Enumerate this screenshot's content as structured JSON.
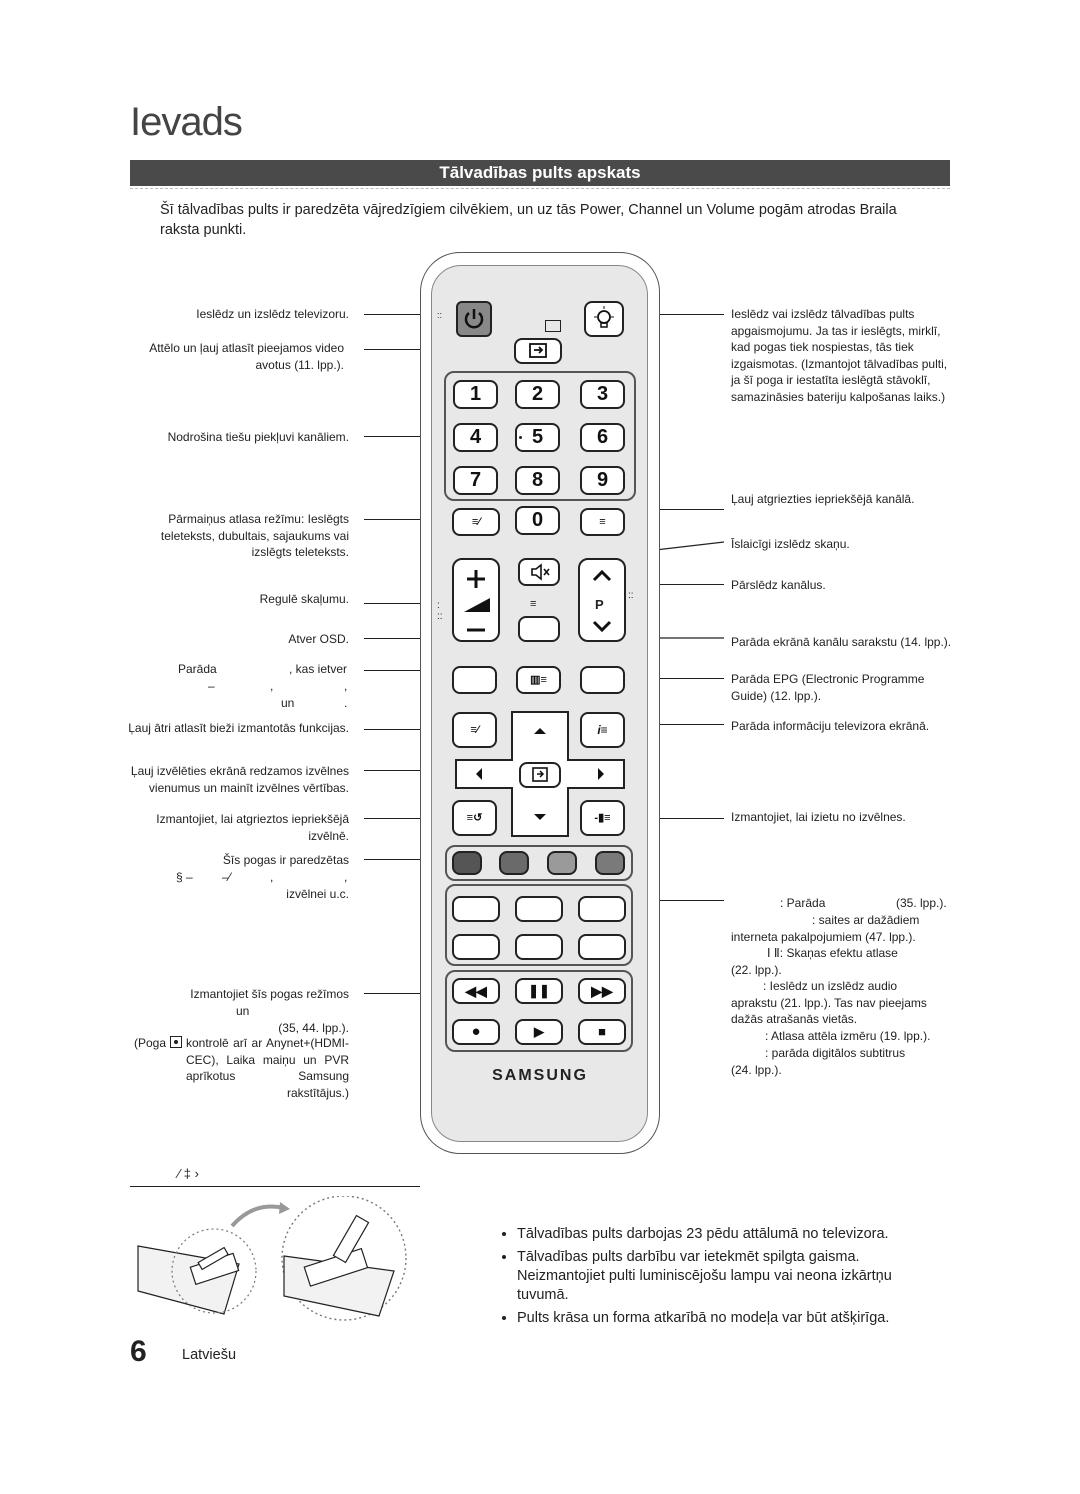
{
  "chapter_title": "Ievads",
  "section_title": "Tālvadības pults apskats",
  "intro_text": "Šī tālvadības pults ir paredzēta vājredzīgiem cilvēkiem, un uz tās Power, Channel un Volume pogām atrodas Braila raksta punkti.",
  "left_labels": {
    "power": "Ieslēdz un izslēdz televizoru.",
    "source": "Attēlo un ļauj atlasīt pieejamos video avotus (11. lpp.).",
    "numbers": "Nodrošina tiešu piekļuvi kanāliem.",
    "ttx": "Pārmaiņus atlasa režīmu: Ieslēgts teleteksts, dubultais, sajaukums vai izslēgts teleteksts.",
    "volume": "Regulē skaļumu.",
    "osd": "Atver OSD.",
    "media_a": "Parāda",
    "media_b": ", kas ietver",
    "media_c": "–",
    "media_d": ",",
    "media_e": ",",
    "media_f": "un",
    "media_g": ".",
    "tools": "Ļauj ātri atlasīt bieži izmantotās funkcijas.",
    "nav": "Ļauj izvēlēties ekrānā redzamos izvēlnes vienumus un mainīt izvēlnes vērtības.",
    "return": "Izmantojiet, lai atgrieztos iepriekšējā izvēlnē.",
    "color_a": "Šīs pogas ir paredzētas",
    "color_b": "§ –",
    "color_c": "–⁄",
    "color_d": ",",
    "color_e": ",",
    "color_f": "izvēlnei u.c.",
    "playback_a": "Izmantojiet šīs pogas režīmos",
    "playback_b": "un",
    "playback_c": "(35, 44. lpp.).",
    "playback_d": "(Poga",
    "playback_e": "kontrolē arī ar Anynet+(HDMI-CEC), Laika maiņu un PVR aprīkotus Samsung rakstītājus.)"
  },
  "right_labels": {
    "light": "Ieslēdz vai izslēdz tālvadības pults apgaismojumu. Ja tas ir ieslēgts, mirklī, kad pogas tiek nospiestas, tās tiek izgaismotas. (Izmantojot tālvadības pulti, ja šī poga ir iestatīta ieslēgtā stāvoklī, samazināsies bateriju kalpošanas laiks.)",
    "prech": "Ļauj atgriezties iepriekšējā kanālā.",
    "mute": "Īslaicīgi izslēdz skaņu.",
    "channel": "Pārslēdz kanālus.",
    "chlist": "Parāda ekrānā kanālu sarakstu (14. lpp.).",
    "guide": "Parāda EPG (Electronic Programme Guide) (12. lpp.).",
    "info": "Parāda informāciju televizora ekrānā.",
    "exit": "Izmantojiet, lai izietu no izvēlnes.",
    "fn_1a": ": Parāda",
    "fn_1b": "(35. lpp.).",
    "fn_2": ": saites ar dažādiem interneta pakalpojumiem (47. lpp.).",
    "fn_3": "Ⅰ Ⅱ: Skaņas efektu atlase (22. lpp.).",
    "fn_4": ": Ieslēdz un izslēdz audio aprakstu (21. lpp.). Tas nav pieejams dažās atrašanās vietās.",
    "fn_5": ": Atlasa attēla izmēru (19. lpp.).",
    "fn_6": ": parāda digitālos subtitrus (24. lpp.)."
  },
  "remote": {
    "digits": [
      "1",
      "2",
      "3",
      "4",
      "5",
      "6",
      "7",
      "8",
      "9",
      "0"
    ],
    "p_label": "P",
    "brand": "SAMSUNG"
  },
  "battery_title": "⁄ ‡ ›",
  "bullets": [
    "Tālvadības pults darbojas 23 pēdu attālumā no televizora.",
    "Tālvadības pults darbību var ietekmēt spilgta gaisma. Neizmantojiet pulti luminiscējošu lampu vai neona izkārtņu tuvumā.",
    "Pults krāsa un forma atkarībā no modeļa var būt atšķirīga."
  ],
  "page_number": "6",
  "language": "Latviešu",
  "colors": {
    "section_bar": "#4a4a4a",
    "red": "#555555",
    "green": "#6a6a6a",
    "yellow": "#9a9a9a",
    "blue": "#7a7a7a"
  }
}
